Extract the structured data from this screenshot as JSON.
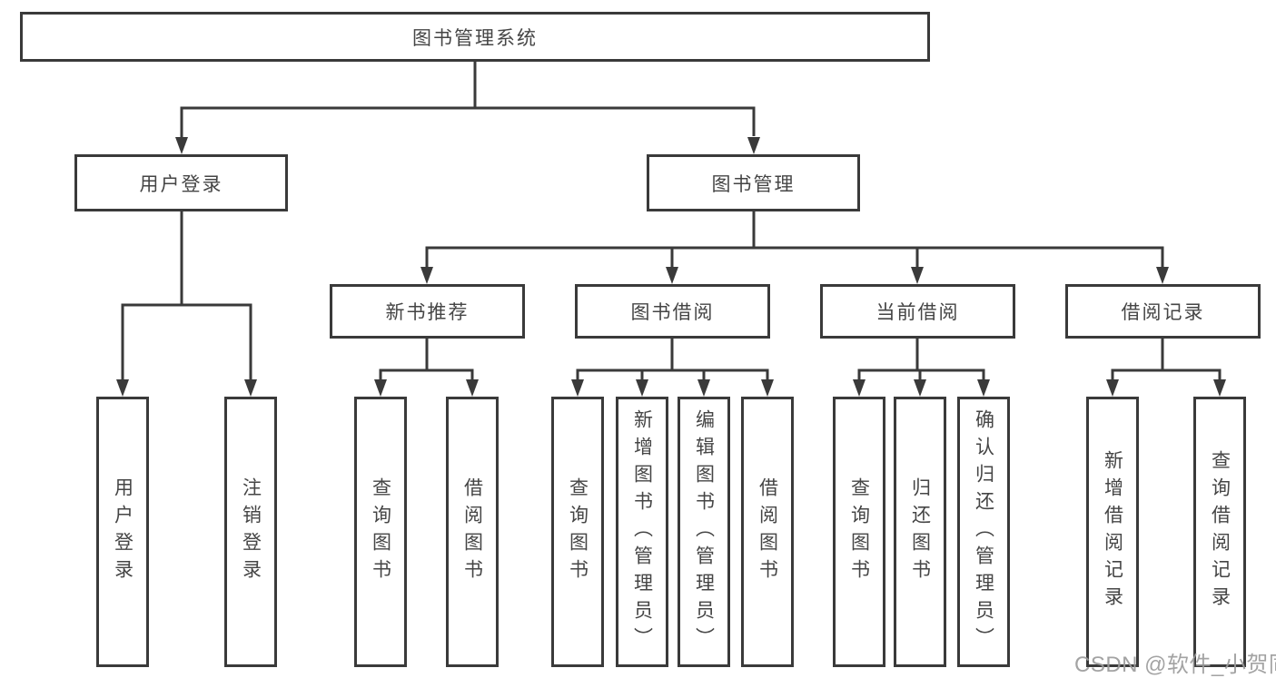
{
  "diagram": {
    "root": {
      "label": "图书管理系统"
    },
    "login": {
      "label": "用户登录",
      "children": [
        {
          "label": "用户登录"
        },
        {
          "label": "注销登录"
        }
      ]
    },
    "management": {
      "label": "图书管理",
      "sections": [
        {
          "label": "新书推荐",
          "children": [
            {
              "label": "查询图书"
            },
            {
              "label": "借阅图书"
            }
          ]
        },
        {
          "label": "图书借阅",
          "children": [
            {
              "label": "查询图书"
            },
            {
              "label": "新增图书（管理员）"
            },
            {
              "label": "编辑图书（管理员）"
            },
            {
              "label": "借阅图书"
            }
          ]
        },
        {
          "label": "当前借阅",
          "children": [
            {
              "label": "查询图书"
            },
            {
              "label": "归还图书"
            },
            {
              "label": "确认归还（管理员）"
            }
          ]
        },
        {
          "label": "借阅记录",
          "children": [
            {
              "label": "新增借阅记录"
            },
            {
              "label": "查询借阅记录"
            }
          ]
        }
      ]
    },
    "colors": {
      "line": "#3a3a3a",
      "text": "#454545",
      "background": "#ffffff",
      "watermark": "#9b9b9b"
    }
  },
  "watermark": {
    "text": "CSDN @软件_小贺同学"
  }
}
